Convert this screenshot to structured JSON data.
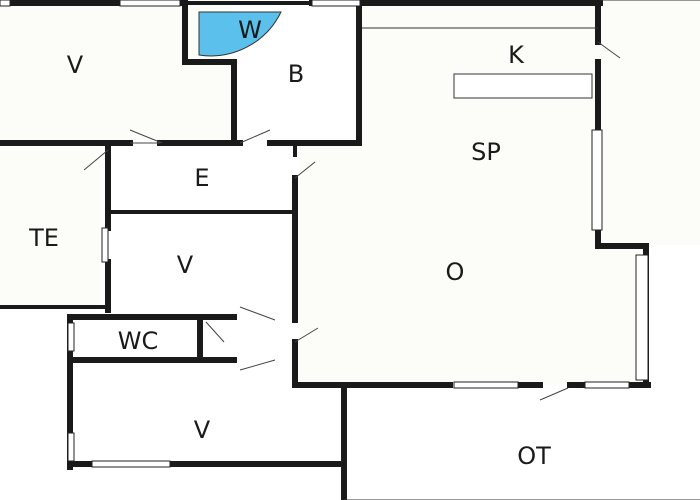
{
  "rooms": {
    "w": "W",
    "v_top": "V",
    "b": "B",
    "k": "K",
    "sp": "SP",
    "e": "E",
    "te": "TE",
    "v_middle": "V",
    "o": "O",
    "wc": "WC",
    "v_bottom": "V",
    "ot": "OT"
  },
  "colors": {
    "wardrobe_fill": "#5bc0eb",
    "wall": "#1a1a1a"
  }
}
